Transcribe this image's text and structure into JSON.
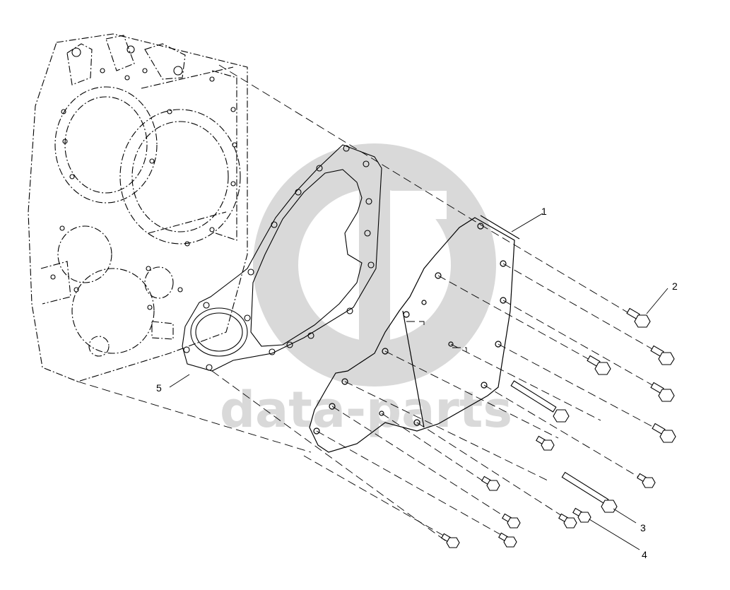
{
  "watermark": {
    "text": "data-parts",
    "color": "#d9d9d9"
  },
  "callouts": [
    {
      "id": "1",
      "label": "1"
    },
    {
      "id": "2",
      "label": "2"
    },
    {
      "id": "3",
      "label": "3"
    },
    {
      "id": "4",
      "label": "4"
    },
    {
      "id": "5",
      "label": "5"
    }
  ],
  "colors": {
    "line": "#000000",
    "background": "#ffffff"
  }
}
